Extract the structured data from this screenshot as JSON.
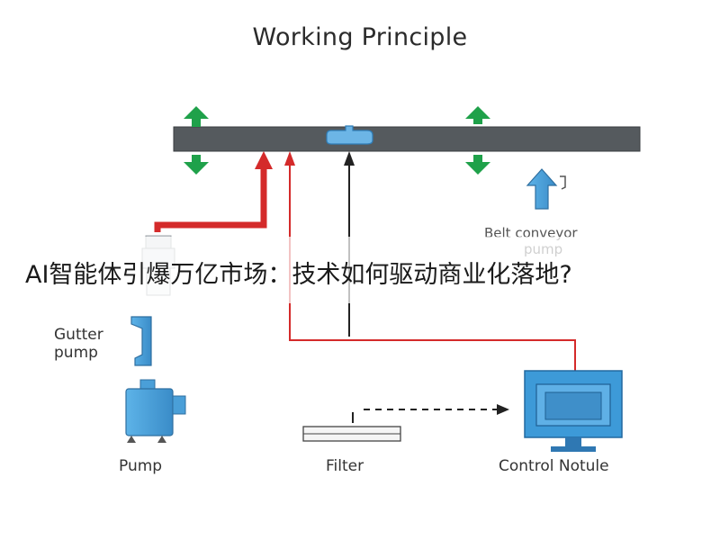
{
  "title": "Working Principle",
  "labels": {
    "belt_conveyor_pump": [
      "Belt conveyor",
      "pump"
    ],
    "gutter_pump": [
      "Gutter",
      "pump"
    ],
    "pump": "Pump",
    "filter": "Filter",
    "control_module": "Control Notule"
  },
  "overlay_caption": "AI智能体引爆万亿市场：技术如何驱动商业化落地?",
  "colors": {
    "belt": "#555a5e",
    "arrow_green": "#1fa14a",
    "pipe_red": "#d42a2a",
    "component_blue": "#4a9fd8",
    "line_dark": "#222222"
  },
  "icons": [
    "double-arrow-icon",
    "double-arrow-icon",
    "up-arrow-icon",
    "nozzle-icon",
    "gutter-icon",
    "pump-icon",
    "filter-icon",
    "monitor-icon"
  ]
}
